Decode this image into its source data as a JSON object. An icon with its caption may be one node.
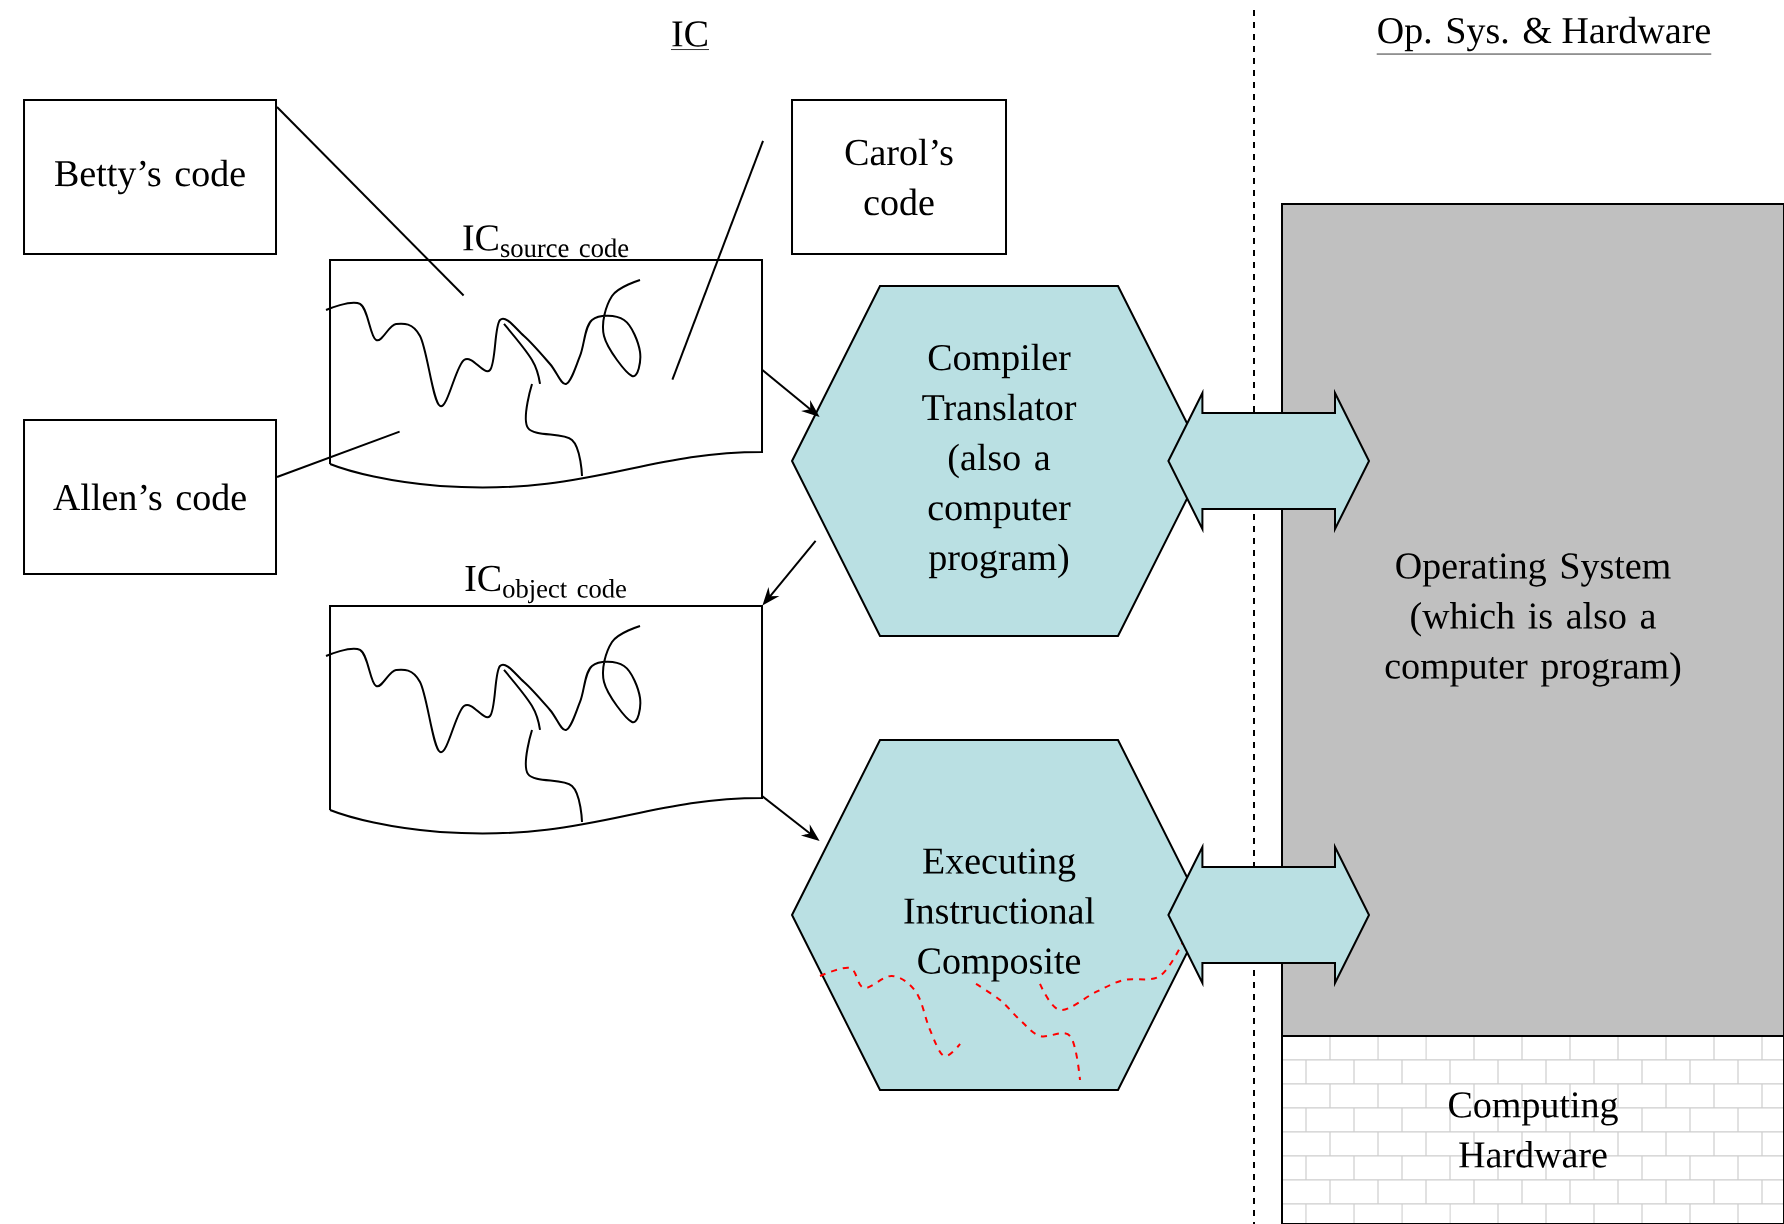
{
  "diagram": {
    "nodes": [
      {
        "text": [
          "Betty’s code"
        ]
      },
      {
        "text": [
          "Carol’s code"
        ]
      },
      {
        "text": [
          "Allen’s code"
        ]
      },
      {
        "text": [
          "\\mathrm{IC}_{\\mathrm{source\\ code}}"
        ]
      },
      {
        "text": [
          "Compiler Translator (also a computer program)"
        ]
      },
      {
        "text": [
          "\\mathrm{IC}_{\\mathrm{object\\ code}}"
        ]
      },
      {
        "text": [
          "Executing Instructional Composite"
        ]
      },
      {
        "text": [
          "Operating System (which is also a computer program)"
        ]
      },
      {
        "text": [
          "Computing Hardware"
        ]
      }
    ],
    "edges": [
      {
        "from": 0,
        "to": 3,
        "arrow": "none"
      },
      {
        "from": 1,
        "to": 3,
        "arrow": "none"
      },
      {
        "from": 2,
        "to": 3,
        "arrow": "none"
      },
      {
        "from": 3,
        "to": 4,
        "arrow": "to"
      },
      {
        "from": 4,
        "to": 5,
        "arrow": "to"
      },
      {
        "from": 5,
        "to": 6,
        "arrow": "to"
      },
      {
        "from": 4,
        "to": 7,
        "arrow": "both",
        "style": "thick",
        "color": "#bae0e3"
      },
      {
        "from": 6,
        "to": 7,
        "arrow": "both",
        "style": "thick",
        "color": "#bae0e3"
      }
    ],
    "labels": [
      "IC",
      "Op. Sys. & Hardware"
    ]
  }
}
